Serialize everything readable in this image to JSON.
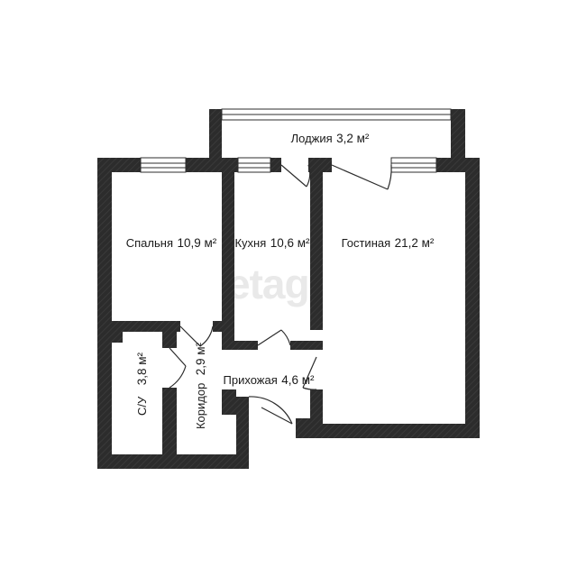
{
  "watermark": "etagi",
  "rooms": [
    {
      "id": "loggia",
      "name": "Лоджия",
      "area": "3,2 м²"
    },
    {
      "id": "bedroom",
      "name": "Спальня",
      "area": "10,9 м²"
    },
    {
      "id": "kitchen",
      "name": "Кухня",
      "area": "10,6 м²"
    },
    {
      "id": "living",
      "name": "Гостиная",
      "area": "21,2 м²"
    },
    {
      "id": "bathroom",
      "name": "С/У",
      "area": "3,8 м²"
    },
    {
      "id": "corridor",
      "name": "Коридор",
      "area": "2,9 м²"
    },
    {
      "id": "hallway",
      "name": "Прихожая",
      "area": "4,6 м²"
    }
  ],
  "colors": {
    "wall": "#2c2c2c",
    "window": "#9a9a9a",
    "line": "#2c2c2c"
  }
}
